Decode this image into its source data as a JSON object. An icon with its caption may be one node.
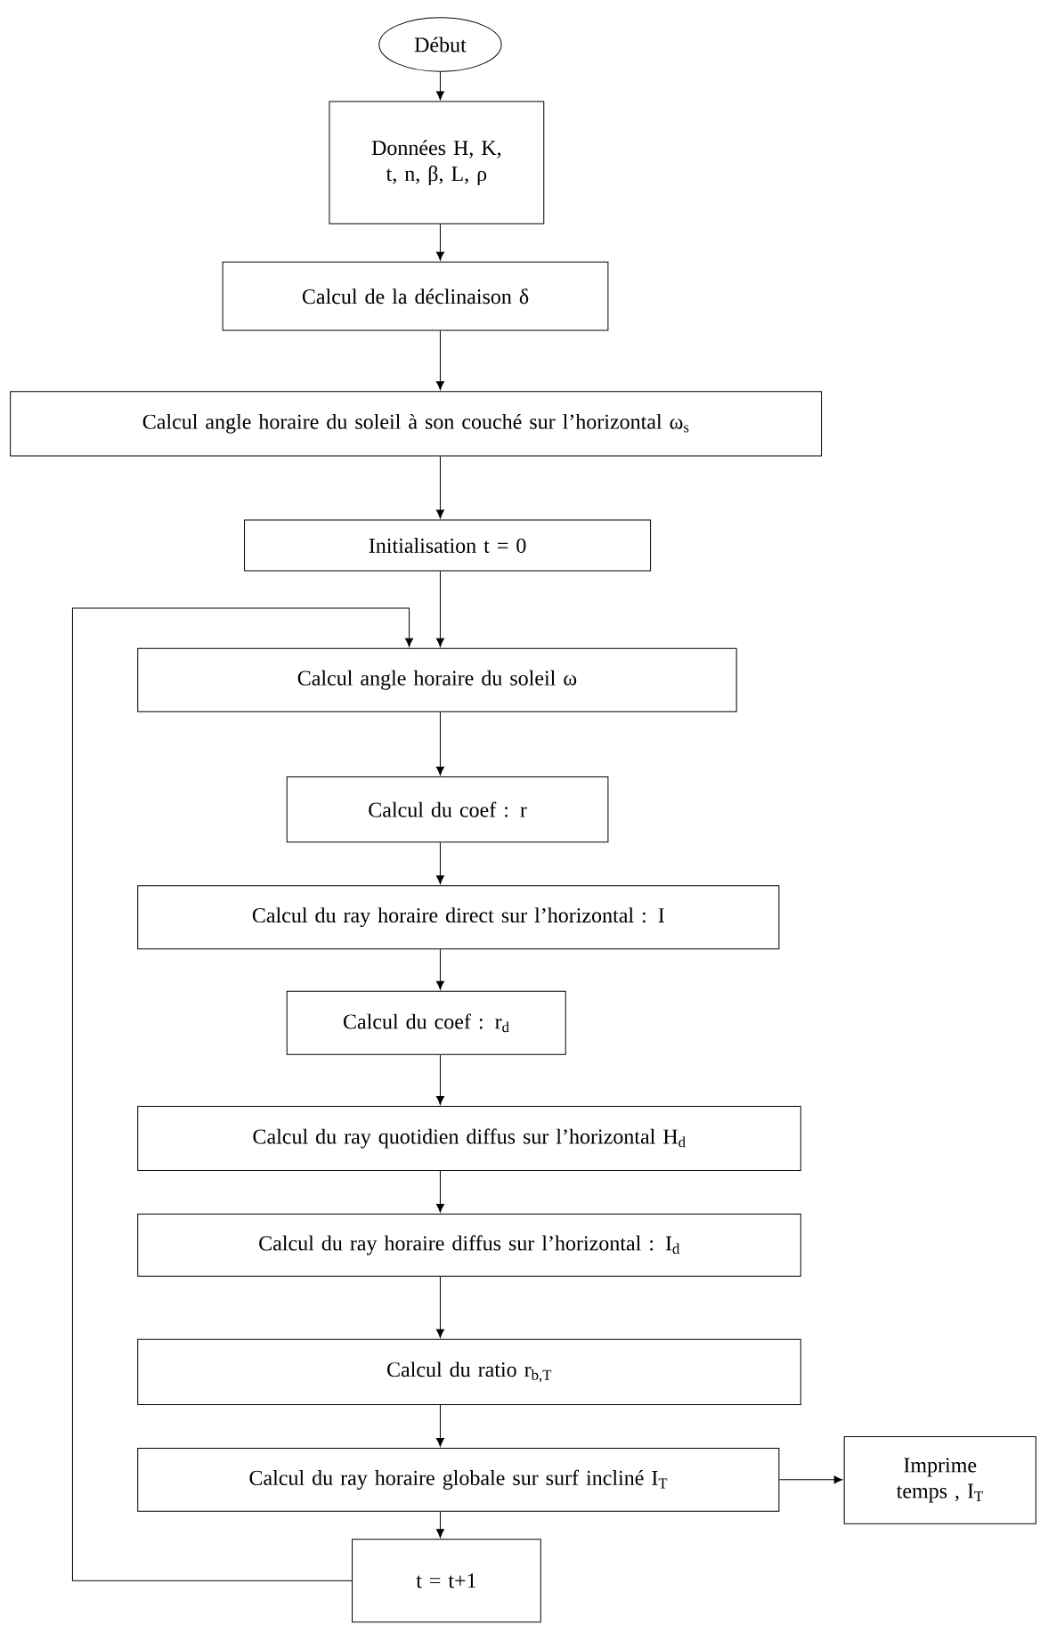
{
  "diagram": {
    "nodes": [
      {
        "text": [
          "Début"
        ]
      },
      {
        "text": [
          "Données H, K, t, n, β, L, ρ"
        ]
      },
      {
        "text": [
          "Calcul de la déclinaison δ"
        ]
      },
      {
        "text": [
          "Calcul angle horaire du soleil à son couché sur l’horizontal ω$_{s}$"
        ]
      },
      {
        "text": [
          "Initialisation t = 0"
        ]
      },
      {
        "text": [
          "Calcul angle horaire du soleil ω"
        ]
      },
      {
        "text": [
          "Calcul du coef : r"
        ]
      },
      {
        "text": [
          "Calcul du ray horaire direct sur l’horizontal : I"
        ]
      },
      {
        "text": [
          "Calcul du coef : r$_{d}$"
        ]
      },
      {
        "text": [
          "Calcul du ray quotidien diffus sur l’horizontal H$_{d}$"
        ]
      },
      {
        "text": [
          "Calcul du ray horaire diffus sur l’horizontal : I$_{d}$"
        ]
      },
      {
        "text": [
          "Calcul du ratio r$_{b,T}$"
        ]
      },
      {
        "text": [
          "Calcul du ray horaire globale sur surf incliné I$_{T}$"
        ]
      },
      {
        "text": [
          "Imprime temps , I$_{T}$"
        ]
      },
      {
        "text": [
          "t = t+1"
        ]
      }
    ],
    "edges": [
      {
        "from": 0,
        "to": 1,
        "arrow": "to"
      },
      {
        "from": 1,
        "to": 2,
        "arrow": "to"
      },
      {
        "from": 2,
        "to": 3,
        "arrow": "to"
      },
      {
        "from": 3,
        "to": 4,
        "arrow": "to"
      },
      {
        "from": 4,
        "to": 5,
        "arrow": "to"
      },
      {
        "from": 5,
        "to": 6,
        "arrow": "to"
      },
      {
        "from": 6,
        "to": 7,
        "arrow": "to"
      },
      {
        "from": 7,
        "to": 8,
        "arrow": "to"
      },
      {
        "from": 8,
        "to": 9,
        "arrow": "to"
      },
      {
        "from": 9,
        "to": 10,
        "arrow": "to"
      },
      {
        "from": 10,
        "to": 11,
        "arrow": "to"
      },
      {
        "from": 11,
        "to": 12,
        "arrow": "to"
      },
      {
        "from": 12,
        "to": 13,
        "arrow": "to"
      },
      {
        "from": 12,
        "to": 14,
        "arrow": "to"
      },
      {
        "from": 14,
        "to": 5,
        "arrow": "to"
      }
    ]
  }
}
